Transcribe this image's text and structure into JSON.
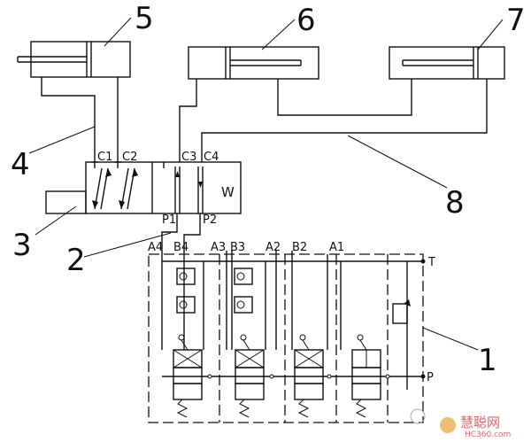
{
  "callouts": {
    "n1": "1",
    "n2": "2",
    "n3": "3",
    "n4": "4",
    "n5": "5",
    "n6": "6",
    "n7": "7",
    "n8": "8"
  },
  "ports": {
    "c1": "C1",
    "c2": "C2",
    "c3": "C3",
    "c4": "C4",
    "w": "W",
    "p1": "P1",
    "p2": "P2",
    "a4": "A4",
    "b4": "B4",
    "a3": "A3",
    "b3": "B3",
    "a2": "A2",
    "b2": "B2",
    "a1": "A1",
    "t": "T",
    "p": "P"
  },
  "watermark": {
    "brand": "慧聪网",
    "site": "HC360.com"
  }
}
